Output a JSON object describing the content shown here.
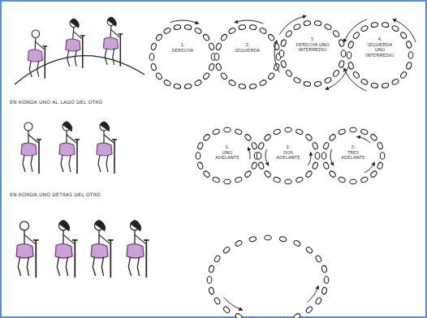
{
  "diagram": {
    "labels": [
      "EN RONDA UNO AL LADO DEL OTRO",
      "1.",
      "DERECHA",
      "2.",
      "IZQUIERDA",
      "3.",
      "DERECHA UNO INTERMEDIO",
      "4.",
      "IZQUIERDA UNO INTERMEDIO",
      "EN RONDA UNO DETRAS DEL OTRO",
      "1.",
      "UNO ADELANTE",
      "2.",
      "DOS ADELANTE",
      "3.",
      "TRES ADELANTE"
    ]
  }
}
